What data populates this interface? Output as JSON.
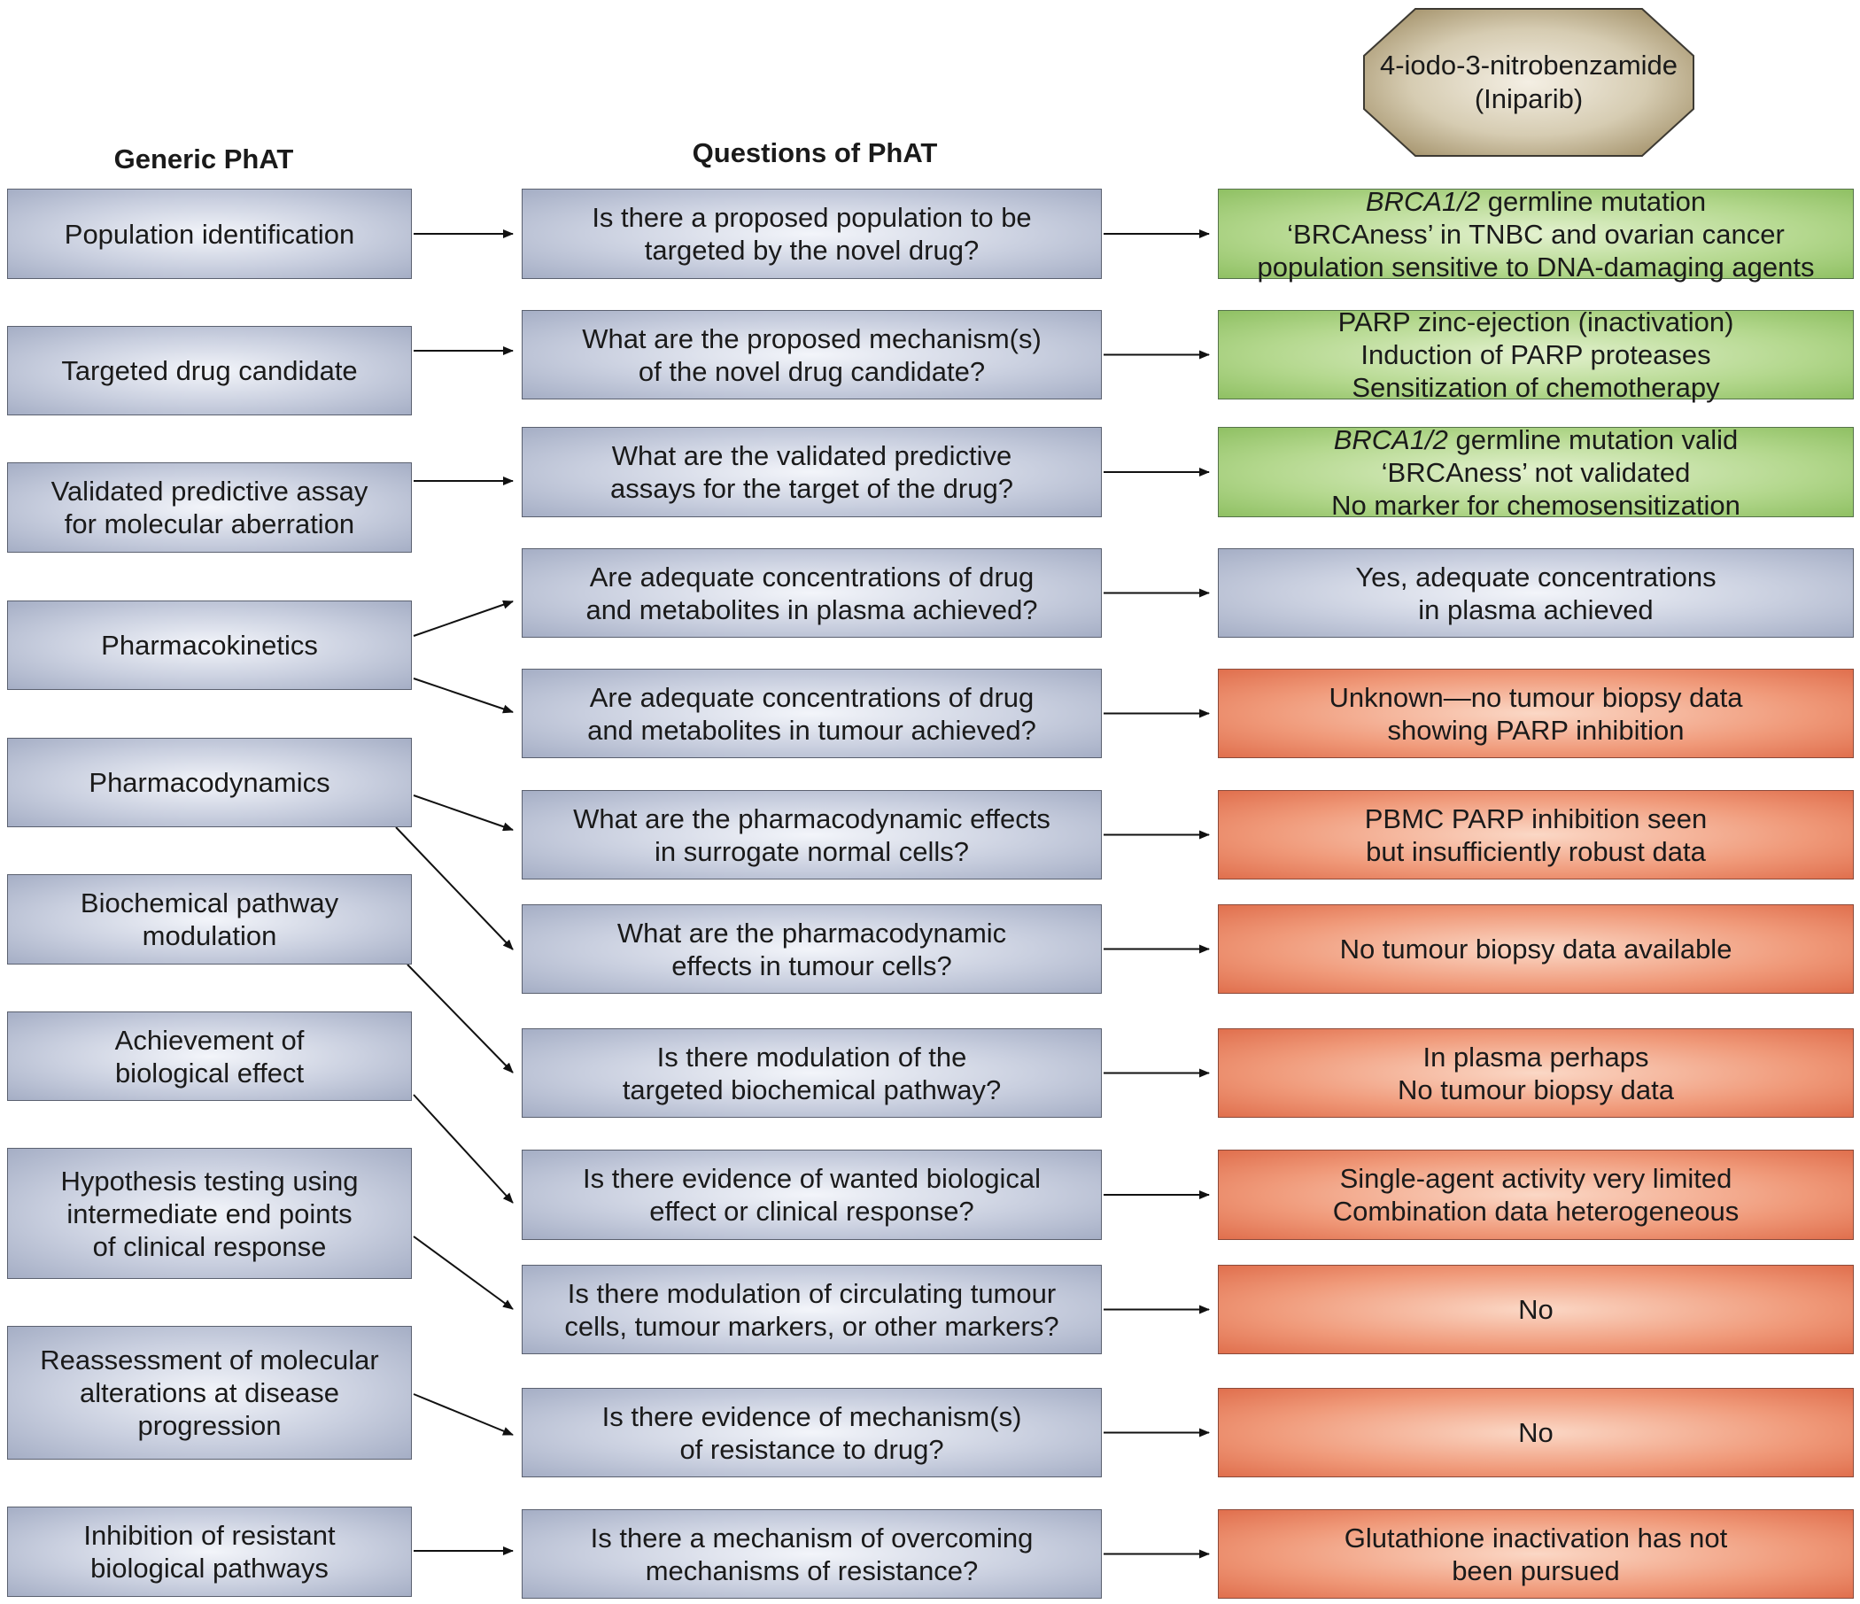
{
  "headers": {
    "generic": "Generic PhAT",
    "questions": "Questions of PhAT"
  },
  "drug": [
    "4-iodo-3-nitrobenzamide",
    "(Iniparib)"
  ],
  "generic_steps": [
    [
      "Population identification"
    ],
    [
      "Targeted drug candidate"
    ],
    [
      "Validated predictive assay",
      "for molecular aberration"
    ],
    [
      "Pharmacokinetics"
    ],
    [
      "Pharmacodynamics"
    ],
    [
      "Biochemical pathway",
      "modulation"
    ],
    [
      "Achievement of",
      "biological effect"
    ],
    [
      "Hypothesis testing using",
      "intermediate end points",
      "of clinical response"
    ],
    [
      "Reassessment of molecular",
      "alterations at disease",
      "progression"
    ],
    [
      "Inhibition of resistant",
      "biological pathways"
    ]
  ],
  "questions": [
    [
      "Is there a proposed population to be",
      "targeted by the novel drug?"
    ],
    [
      "What are the proposed mechanism(s)",
      "of the novel drug candidate?"
    ],
    [
      "What are the validated predictive",
      "assays for the target of the drug?"
    ],
    [
      "Are adequate concentrations of drug",
      "and metabolites in plasma achieved?"
    ],
    [
      "Are adequate concentrations of drug",
      "and metabolites in tumour achieved?"
    ],
    [
      "What are the pharmacodynamic effects",
      "in surrogate normal cells?"
    ],
    [
      "What are the pharmacodynamic",
      "effects in tumour cells?"
    ],
    [
      "Is there modulation of the",
      "targeted biochemical pathway?"
    ],
    [
      "Is there evidence of wanted biological",
      "effect or clinical response?"
    ],
    [
      "Is there modulation of circulating tumour",
      "cells, tumour markers, or other markers?"
    ],
    [
      "Is there evidence of mechanism(s)",
      "of resistance to drug?"
    ],
    [
      "Is there a mechanism of overcoming",
      "mechanisms of resistance?"
    ]
  ],
  "answers": [
    {
      "status": "green",
      "lines": [
        {
          "italic": "BRCA1/2",
          "text": " germline mutation"
        },
        {
          "text": "‘BRCAness’ in TNBC and ovarian cancer"
        },
        {
          "text": "population sensitive to DNA-damaging agents"
        }
      ]
    },
    {
      "status": "green",
      "lines": [
        {
          "text": "PARP zinc-ejection (inactivation)"
        },
        {
          "text": "Induction of PARP proteases"
        },
        {
          "text": "Sensitization of chemotherapy"
        }
      ]
    },
    {
      "status": "green",
      "lines": [
        {
          "italic": "BRCA1/2",
          "text": " germline mutation valid"
        },
        {
          "text": "‘BRCAness’ not validated"
        },
        {
          "text": "No marker for chemosensitization"
        }
      ]
    },
    {
      "status": "blue",
      "lines": [
        {
          "text": "Yes, adequate concentrations"
        },
        {
          "text": "in plasma achieved"
        }
      ]
    },
    {
      "status": "red",
      "lines": [
        {
          "text": "Unknown—no tumour biopsy data"
        },
        {
          "text": "showing PARP inhibition"
        }
      ]
    },
    {
      "status": "red",
      "lines": [
        {
          "text": "PBMC PARP inhibition seen"
        },
        {
          "text": "but insufficiently robust data"
        }
      ]
    },
    {
      "status": "red",
      "lines": [
        {
          "text": "No tumour biopsy data available"
        }
      ]
    },
    {
      "status": "red",
      "lines": [
        {
          "text": "In plasma perhaps"
        },
        {
          "text": "No tumour biopsy data"
        }
      ]
    },
    {
      "status": "red",
      "lines": [
        {
          "text": "Single-agent activity very limited"
        },
        {
          "text": "Combination data heterogeneous"
        }
      ]
    },
    {
      "status": "red",
      "lines": [
        {
          "text": "No"
        }
      ]
    },
    {
      "status": "red",
      "lines": [
        {
          "text": "No"
        }
      ]
    },
    {
      "status": "red",
      "lines": [
        {
          "text": "Glutathione inactivation has not"
        },
        {
          "text": "been pursued"
        }
      ]
    }
  ],
  "colors": {
    "blue_box": "#c9cfdf",
    "green_box": "#b4d88e",
    "red_box": "#f09a7a",
    "drug_octagon": "#c7b897",
    "arrow": "#111111"
  }
}
